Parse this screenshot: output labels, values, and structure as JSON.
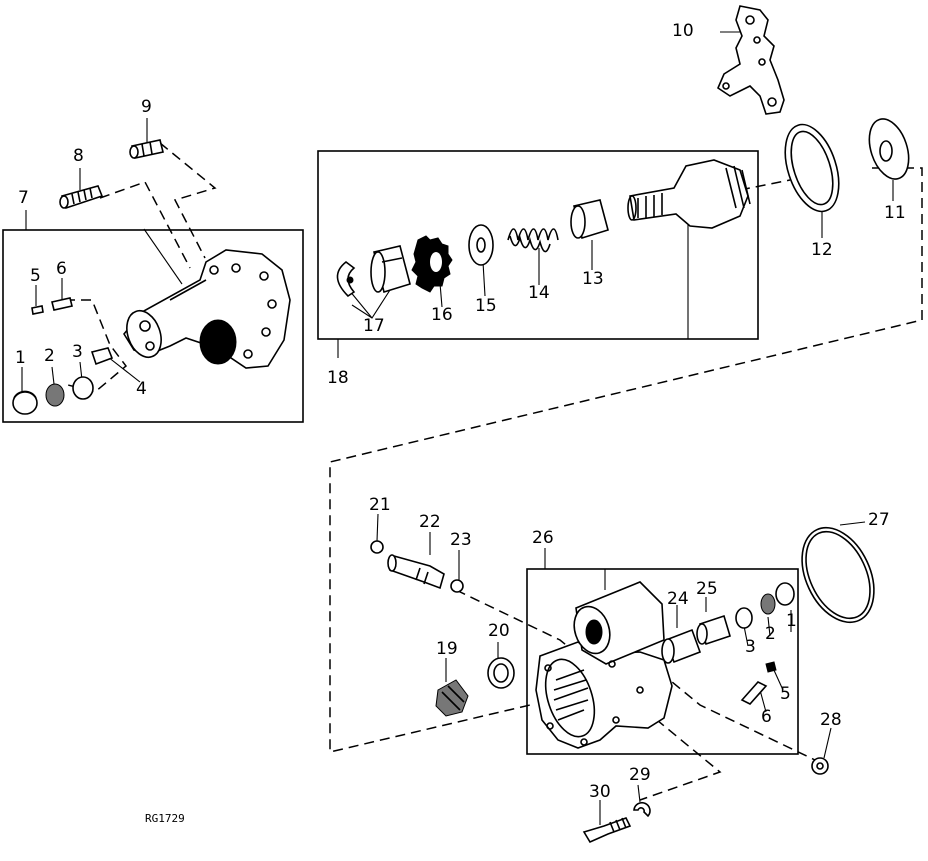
{
  "figure_code": "RG1729",
  "callouts": [
    {
      "id": "c1a",
      "text": "1"
    },
    {
      "id": "c2a",
      "text": "2"
    },
    {
      "id": "c3a",
      "text": "3"
    },
    {
      "id": "c4",
      "text": "4"
    },
    {
      "id": "c5a",
      "text": "5"
    },
    {
      "id": "c6a",
      "text": "6"
    },
    {
      "id": "c7",
      "text": "7"
    },
    {
      "id": "c8",
      "text": "8"
    },
    {
      "id": "c9",
      "text": "9"
    },
    {
      "id": "c10",
      "text": "10"
    },
    {
      "id": "c11",
      "text": "11"
    },
    {
      "id": "c12",
      "text": "12"
    },
    {
      "id": "c13",
      "text": "13"
    },
    {
      "id": "c14",
      "text": "14"
    },
    {
      "id": "c15",
      "text": "15"
    },
    {
      "id": "c16",
      "text": "16"
    },
    {
      "id": "c17",
      "text": "17"
    },
    {
      "id": "c18",
      "text": "18"
    },
    {
      "id": "c19",
      "text": "19"
    },
    {
      "id": "c20",
      "text": "20"
    },
    {
      "id": "c21",
      "text": "21"
    },
    {
      "id": "c22",
      "text": "22"
    },
    {
      "id": "c23",
      "text": "23"
    },
    {
      "id": "c24",
      "text": "24"
    },
    {
      "id": "c25",
      "text": "25"
    },
    {
      "id": "c26",
      "text": "26"
    },
    {
      "id": "c27",
      "text": "27"
    },
    {
      "id": "c28",
      "text": "28"
    },
    {
      "id": "c29",
      "text": "29"
    },
    {
      "id": "c30",
      "text": "30"
    },
    {
      "id": "c1b",
      "text": "1"
    },
    {
      "id": "c2b",
      "text": "2"
    },
    {
      "id": "c3b",
      "text": "3"
    },
    {
      "id": "c5b",
      "text": "5"
    },
    {
      "id": "c6b",
      "text": "6"
    }
  ]
}
